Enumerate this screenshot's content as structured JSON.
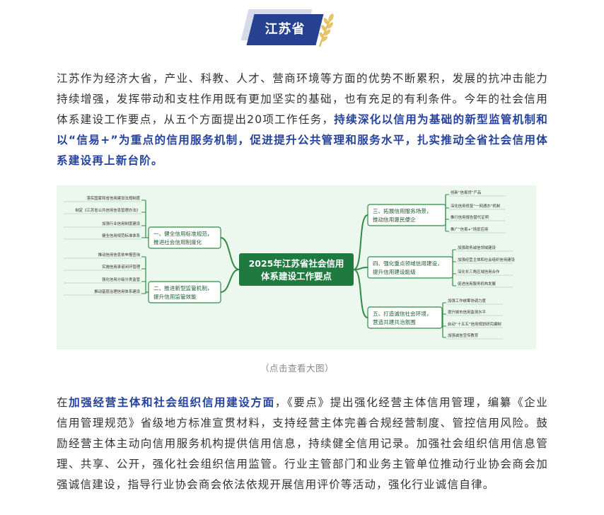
{
  "header": {
    "province": "江苏省",
    "accent_color": "#274191",
    "wheat_icon": "wheat-icon"
  },
  "intro": {
    "plain": "江苏作为经济大省，产业、科教、人才、营商环境等方面的优势不断累积，发展的抗冲击能力持续增强，发挥带动和支柱作用既有更加坚实的基础，也有充足的有利条件。今年的社会信用体系建设工作要点，从五个方面提出20项工作任务，",
    "highlight": "持续深化以信用为基础的新型监管机制和以“信易+”为重点的信用服务机制，促进提升公共管理和服务水平，扎实推动全省社会信用体系建设再上新台阶。"
  },
  "mindmap": {
    "center": [
      "2025年江苏省社会信用",
      "体系建设工作要点"
    ],
    "branches": [
      {
        "title": [
          "一、健全信用标准规范，",
          "推进社会信用制度化"
        ],
        "items": [
          "落实国家和省信用建设法规制度",
          "制定《江苏省公共信用信息管理办法》",
          "加强行业信用制度建设",
          "健全信用规范标准体系"
        ]
      },
      {
        "title": [
          "二、推进新型监管机制，",
          "提升信用监管效能"
        ],
        "items": [
          "推动信用信息依申报查询",
          "实施信用承诺闭环管理",
          "强化信用分级分类监管",
          "推动基层治理信用体系建设"
        ]
      },
      {
        "title": [
          "三、拓展信用服务场景，",
          "推动信用惠民便企"
        ],
        "items": [
          "创新“信易贷”产品",
          "深化信用修复“一网通办”机制",
          "推行信用报告替代证明",
          "推广“信易+”场景应用"
        ]
      },
      {
        "title": [
          "四、强化重点领域信用建设，",
          "提升信用建设能级"
        ],
        "items": [
          "加强政务诚信领域建设",
          "加强经营主体和社会组织信用建设",
          "深化长三角区域信用合作",
          "促进信用服务机构发展"
        ]
      },
      {
        "title": [
          "五、打造诚信社会环境，",
          "营造共建共治氛围"
        ],
        "items": [
          "加强工作统筹协调力度",
          "提升城市信用监测水平",
          "启动“十五五”信用规划研究编制",
          "加强诚信宣传教育"
        ]
      }
    ],
    "colors": {
      "center": "#1f7a3f",
      "branch": "#ffffff",
      "line": "#2e8b46",
      "bg": "#ecf7ed"
    }
  },
  "caption": "（点击查看大图）",
  "section": {
    "lead": "在",
    "highlight": "加强经营主体和社会组织信用建设方面",
    "body": "，《要点》提出强化经营主体信用管理，编纂《企业信用管理规范》省级地方标准宣贯材料，支持经营主体完善合规经营制度、管控信用风险。鼓励经营主体主动向信用服务机构提供信用信息，持续健全信用记录。加强社会组织信用信息管理、共享、公开，强化社会组织信用监管。行业主管部门和业务主管单位推动行业协会商会加强诚信建设，指导行业协会商会依法依规开展信用评价等活动，强化行业诚信自律。"
  }
}
